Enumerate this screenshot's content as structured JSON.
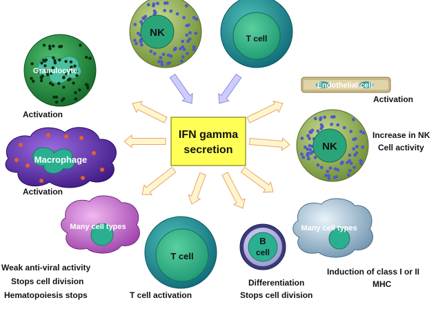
{
  "center": {
    "line1": "IFN gamma",
    "line2": "secretion",
    "fill": "#ffff55",
    "stroke": "#999933"
  },
  "arrow_fill": "#fff6cc",
  "arrow_stroke": "#e8a070",
  "in_arrow_fill": "#ccccff",
  "in_arrow_stroke": "#8a8ad0",
  "cells": {
    "nk_top": {
      "name": "NK"
    },
    "t_top": {
      "name": "T cell"
    },
    "granulocyte": {
      "name": "Granulocyte",
      "label": "Activation"
    },
    "endothelial": {
      "name": "Endothelial cell",
      "label": "Activation"
    },
    "macrophage": {
      "name": "Macrophage",
      "label": "Activation"
    },
    "nk_right": {
      "name": "NK",
      "label_line1": "Increase in NK",
      "label_line2": "Cell activity"
    },
    "many_left": {
      "name": "Many cell types",
      "label_line1": "Weak anti-viral activity",
      "label_line2": "Stops cell division",
      "label_line3": "Hematopoiesis stops"
    },
    "t_bottom": {
      "name": "T cell",
      "label": "T cell activation"
    },
    "b_cell": {
      "name_line1": "B",
      "name_line2": "cell",
      "label_line1": "Differentiation",
      "label_line2": "Stops cell division"
    },
    "many_right": {
      "name": "Many cell types",
      "label_line1": "Induction of class I or II",
      "label_line2": "MHC"
    }
  },
  "colors": {
    "nk_outer": "#8fae4e",
    "nk_inner": "#2aa57a",
    "nk_dots": "#4f59c9",
    "t_outer": "#1b8a8c",
    "t_inner": "#26b086",
    "granulocyte_outer": "#1f8a3c",
    "granulocyte_inner": "#4cc0a0",
    "macrophage_outer": "#5a2aa0",
    "macrophage_inner": "#2ab090",
    "macrophage_dots": "#e8602a",
    "many_left_outer": "#b05ab8",
    "many_right_outer": "#86a8c0",
    "many_inner": "#2ab090",
    "b_outer": "#3a3a7a",
    "b_ring": "#b8b8e0",
    "b_inner": "#2ab090",
    "endothelial_outer": "#b8a878",
    "endothelial_inner": "#3a9a9a"
  }
}
